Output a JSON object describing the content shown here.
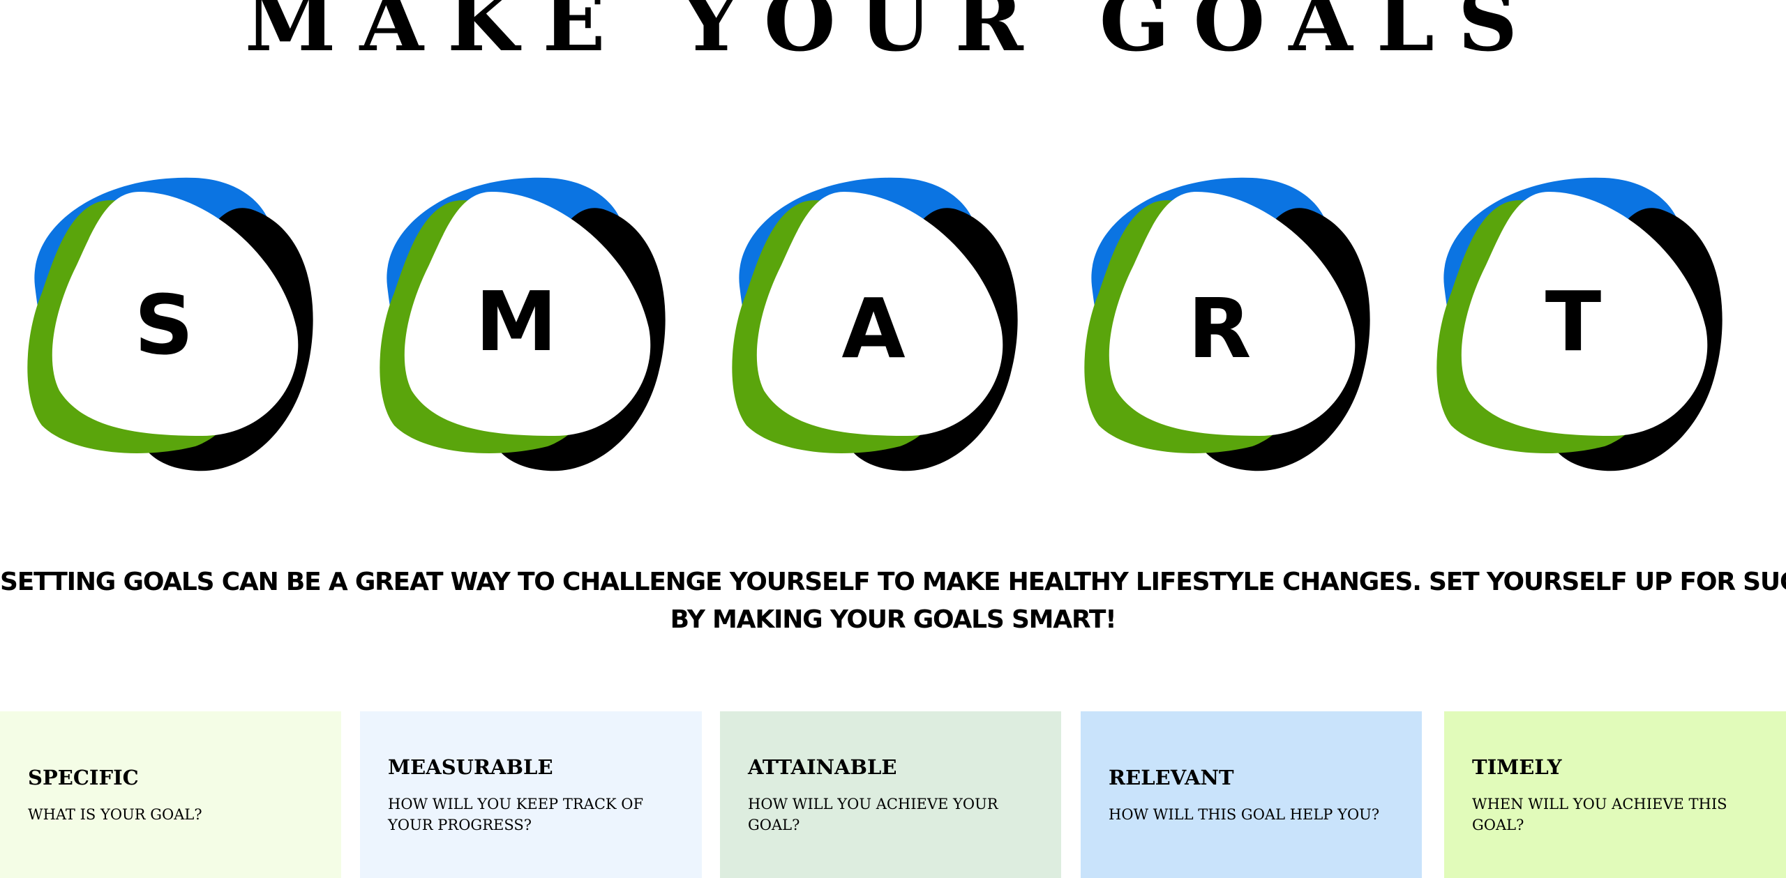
{
  "title": "MAKE YOUR GOALS",
  "letters": [
    "S",
    "M",
    "A",
    "R",
    "T"
  ],
  "intro": {
    "line1": "SETTING GOALS CAN BE A GREAT WAY TO CHALLENGE YOURSELF TO MAKE HEALTHY LIFESTYLE CHANGES. SET YOURSELF UP FOR SUCCESS",
    "line2": "BY MAKING YOUR GOALS SMART!"
  },
  "cards": [
    {
      "title": "SPECIFIC",
      "question": "WHAT IS YOUR GOAL?",
      "bg": "#f4fde6"
    },
    {
      "title": "MEASURABLE",
      "question": "HOW WILL YOU KEEP TRACK OF YOUR PROGRESS?",
      "bg": "#edf5fe"
    },
    {
      "title": "ATTAINABLE",
      "question": "HOW WILL YOU ACHIEVE YOUR GOAL?",
      "bg": "#ddeddf"
    },
    {
      "title": "RELEVANT",
      "question": "HOW WILL THIS GOAL HELP YOU?",
      "bg": "#c9e3fb"
    },
    {
      "title": "TIMELY",
      "question": "WHEN WILL YOU ACHIEVE THIS GOAL?",
      "bg": "#e1fbba"
    }
  ],
  "colors": {
    "blue": "#0b74e2",
    "green": "#5aa50c",
    "black": "#000000",
    "white": "#ffffff"
  }
}
